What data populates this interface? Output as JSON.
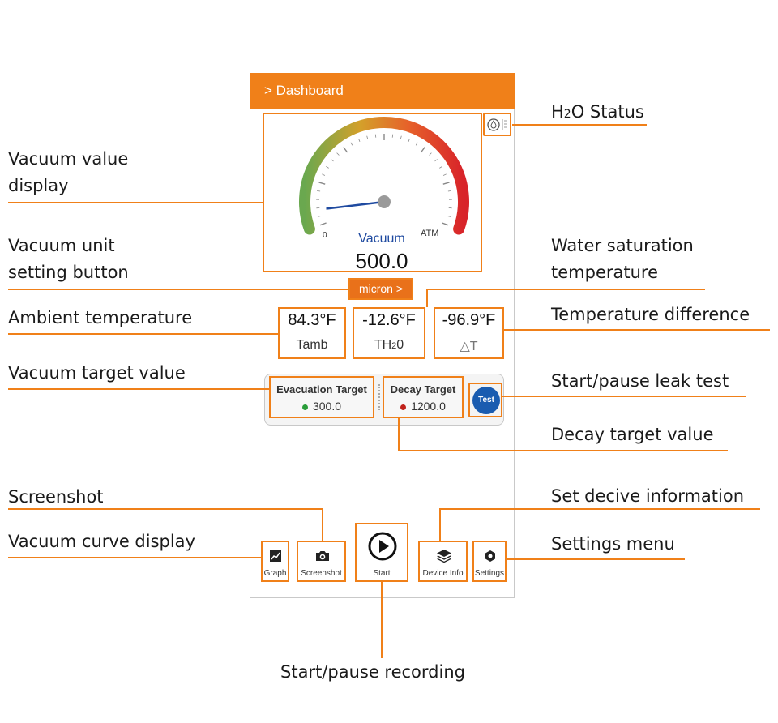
{
  "header": {
    "title": "> Dashboard"
  },
  "gauge": {
    "label": "Vacuum",
    "value": "500.0",
    "min_label": "0",
    "max_label": "ATM",
    "needle_fraction": 0.06
  },
  "unit_button": {
    "label": "micron >"
  },
  "temps": [
    {
      "value": "84.3°F",
      "label": "Tamb"
    },
    {
      "value": "-12.6°F",
      "label_main": "TH",
      "label_sub": "2",
      "label_end": "0"
    },
    {
      "value": "-96.9°F",
      "label": "△T"
    }
  ],
  "targets": {
    "evacuation": {
      "title": "Evacuation Target",
      "value": "300.0",
      "dot_color": "#2a9d3a"
    },
    "decay": {
      "title": "Decay Target",
      "value": "1200.0",
      "dot_color": "#c0221b"
    },
    "test_label": "Test"
  },
  "nav": {
    "graph": "Graph",
    "screenshot": "Screenshot",
    "start": "Start",
    "device_info": "Device Info",
    "settings": "Settings"
  },
  "callouts": {
    "h2o_main": "H",
    "h2o_sub": "2",
    "h2o_end": "O Status",
    "vacuum_display_1": "Vacuum value",
    "vacuum_display_2": "display",
    "unit_setting_1": "Vacuum unit",
    "unit_setting_2": "setting button",
    "water_sat_1": "Water saturation",
    "water_sat_2": "temperature",
    "ambient": "Ambient temperature",
    "temp_diff": "Temperature difference",
    "vacuum_target": "Vacuum target value",
    "leak_test": "Start/pause leak test",
    "decay_target": "Decay target value",
    "screenshot": "Screenshot",
    "device_info": "Set decive information",
    "curve": "Vacuum curve display",
    "settings_menu": "Settings menu",
    "recording": "Start/pause recording"
  },
  "colors": {
    "accent": "#f08019",
    "test_button": "#1a5cb0"
  }
}
